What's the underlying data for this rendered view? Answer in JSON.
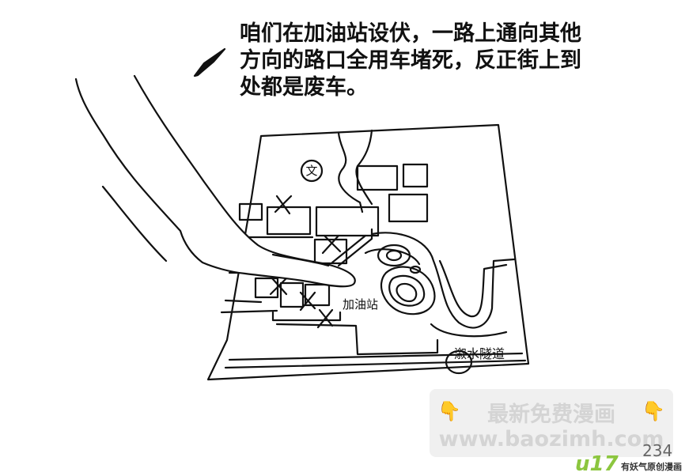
{
  "caption": {
    "lines": [
      "咱们在加油站设伏，一路上通向其他",
      "方向的路口全用车堵死，反正街上到",
      "处都是废车。"
    ]
  },
  "map": {
    "labels": {
      "gas_station": "加油站",
      "tunnel": "溆水隧道",
      "school": "文"
    }
  },
  "watermark": {
    "title": "最新免费漫画",
    "url": "www.baozimh.com",
    "icon": "pointing-hand-icon"
  },
  "page_number": "234",
  "branding": {
    "logo": "u17",
    "tagline": "有妖气原创漫画"
  }
}
